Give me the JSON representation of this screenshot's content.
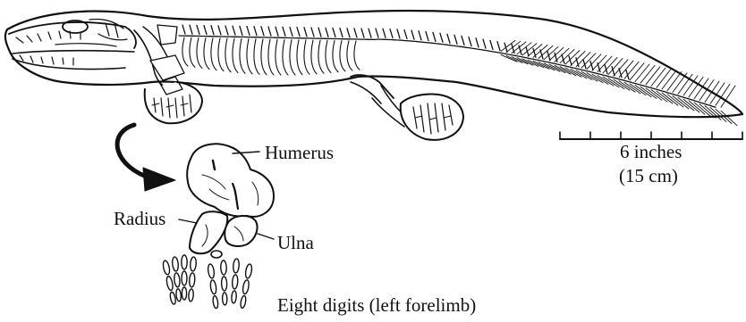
{
  "labels": {
    "humerus": "Humerus",
    "radius": "Radius",
    "ulna": "Ulna",
    "digits": "Eight digits (left forelimb)"
  },
  "scale_bar": {
    "imperial": "6 inches",
    "metric": "(15 cm)"
  },
  "colors": {
    "ink": "#111111",
    "bone_fill": "#ffffff",
    "background": "#ffffff"
  }
}
